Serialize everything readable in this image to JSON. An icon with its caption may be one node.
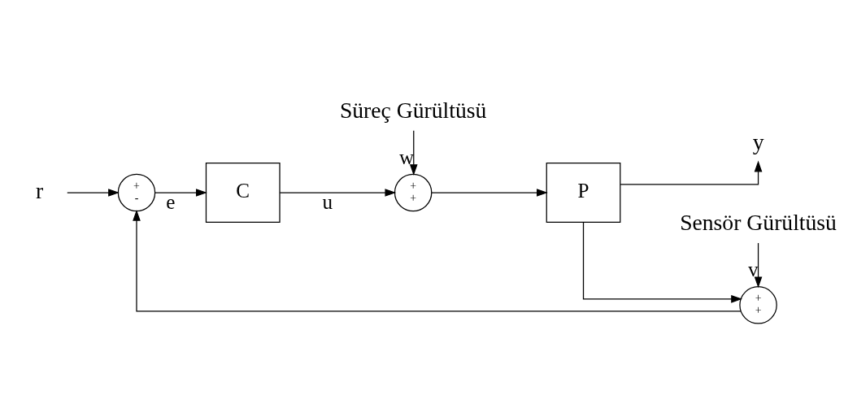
{
  "diagram": {
    "nodes": [
      {
        "text": [
          "r"
        ]
      },
      {
        "text": [
          "+",
          "-"
        ]
      },
      {
        "text": [
          "C"
        ]
      },
      {
        "text": [
          "+",
          "+"
        ]
      },
      {
        "text": [
          "P"
        ]
      },
      {
        "text": [
          "y"
        ]
      },
      {
        "text": [
          "Süreç Gürültüsü"
        ]
      },
      {
        "text": [
          "+",
          "+"
        ]
      },
      {
        "text": [
          "Sensör Gürültüsü"
        ]
      }
    ],
    "edges": [
      {
        "from": 0,
        "to": 1,
        "arrow": "to"
      },
      {
        "from": 1,
        "to": 2,
        "arrow": "to",
        "label": "e"
      },
      {
        "from": 2,
        "to": 3,
        "arrow": "to",
        "label": "u"
      },
      {
        "from": 3,
        "to": 4,
        "arrow": "to"
      },
      {
        "from": 4,
        "to": 5,
        "arrow": "to"
      },
      {
        "from": 6,
        "to": 3,
        "arrow": "to",
        "label": "w"
      },
      {
        "from": 4,
        "to": 7,
        "arrow": "to"
      },
      {
        "from": 8,
        "to": 7,
        "arrow": "to",
        "label": "v"
      },
      {
        "from": 7,
        "to": 1,
        "arrow": "to"
      }
    ]
  }
}
